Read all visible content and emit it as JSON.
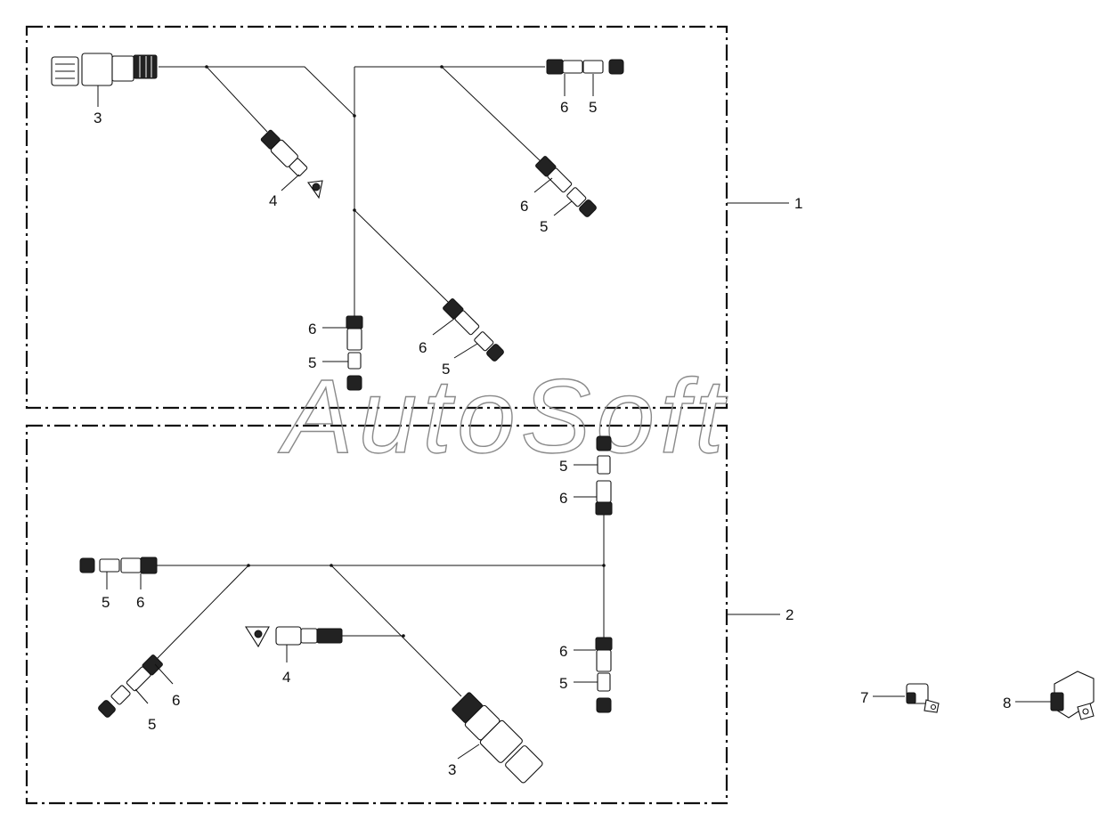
{
  "watermark": "AutoSoft",
  "assemblies": [
    {
      "callout": "1"
    },
    {
      "callout": "2"
    }
  ],
  "callouts": {
    "a_3": "3",
    "a_4": "4",
    "a_6a": "6",
    "a_5a": "5",
    "a_6b": "6",
    "a_5b": "5",
    "a_6c": "6",
    "a_5c": "5",
    "a_6d": "6",
    "a_5d": "5",
    "b_5a": "5",
    "b_6a": "6",
    "b_5b": "5",
    "b_6b": "6",
    "b_4": "4",
    "b_3": "3",
    "b_6c": "6",
    "b_5c": "5",
    "b_6d": "6",
    "b_5d": "5",
    "part_7": "7",
    "part_8": "8"
  }
}
